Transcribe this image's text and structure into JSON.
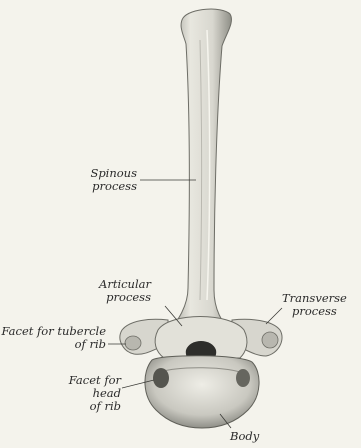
{
  "figure": {
    "labels": {
      "spinous": [
        "Spinous",
        "process"
      ],
      "articular": [
        "Articular",
        "process"
      ],
      "transverse": [
        "Transverse",
        "process"
      ],
      "tubercle": [
        "Facet for tubercle",
        "of rib"
      ],
      "head": [
        "Facet for",
        "head",
        "of rib"
      ],
      "body": "Body"
    }
  }
}
